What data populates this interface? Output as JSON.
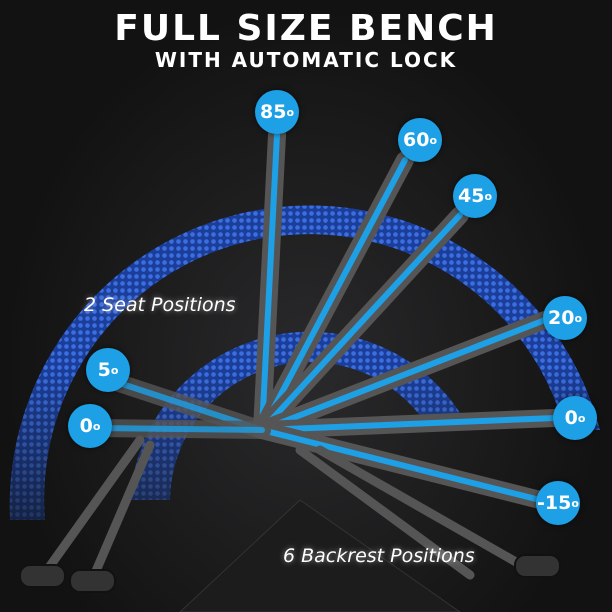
{
  "title": "FULL SIZE BENCH",
  "subtitle": "WITH AUTOMATIC LOCK",
  "seat_label": "2 Seat Positions",
  "backrest_label": "6 Backrest Positions",
  "accent_color": "#1ea0e6",
  "backrest_angles": [
    {
      "value": "85",
      "unit": "o"
    },
    {
      "value": "60",
      "unit": "o"
    },
    {
      "value": "45",
      "unit": "o"
    },
    {
      "value": "20",
      "unit": "o"
    },
    {
      "value": "0",
      "unit": "o"
    },
    {
      "value": "-15",
      "unit": "o"
    }
  ],
  "seat_angles": [
    {
      "value": "5",
      "unit": "o"
    },
    {
      "value": "0",
      "unit": "o"
    }
  ]
}
